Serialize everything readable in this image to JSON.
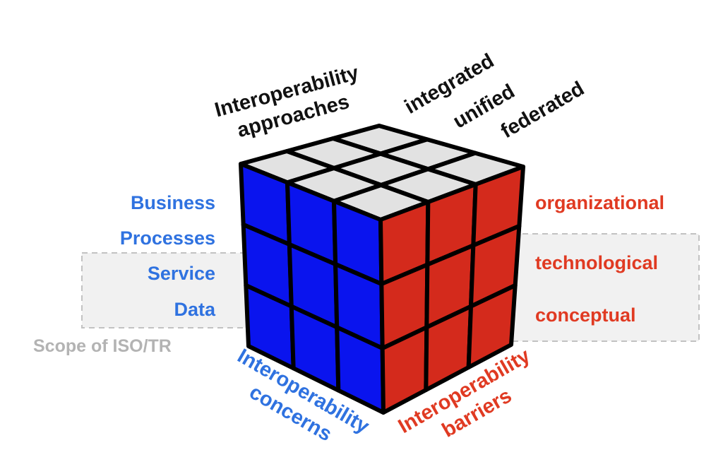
{
  "colors": {
    "concern_blue": "#2f72e0",
    "barrier_red": "#e03a22",
    "cube_blue": "#0a14ee",
    "cube_red": "#d42a1c",
    "cube_top": "#e2e2e2",
    "scope_grey": "#b3b3b3"
  },
  "approaches": {
    "title_line1": "Interoperability",
    "title_line2": "approaches",
    "items": [
      "integrated",
      "unified",
      "federated"
    ]
  },
  "concerns": {
    "items": [
      "Business",
      "Processes",
      "Service",
      "Data"
    ],
    "title_line1": "Interoperability",
    "title_line2": "concerns"
  },
  "barriers": {
    "items": [
      "organizational",
      "technological",
      "conceptual"
    ],
    "title_line1": "Interoperability",
    "title_line2": "barriers"
  },
  "scope": {
    "label": "Scope of ISO/TR"
  }
}
